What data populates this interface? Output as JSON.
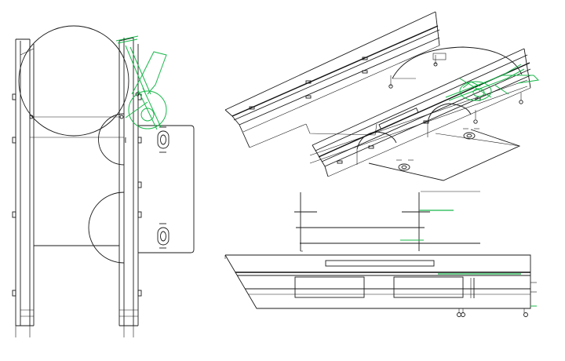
{
  "drawing": {
    "views": [
      "front-elevation",
      "isometric",
      "plan-section",
      "side-elevation"
    ],
    "colors": {
      "linework": "#1a1a1a",
      "highlight": "#18b84a",
      "background": "#ffffff"
    }
  }
}
